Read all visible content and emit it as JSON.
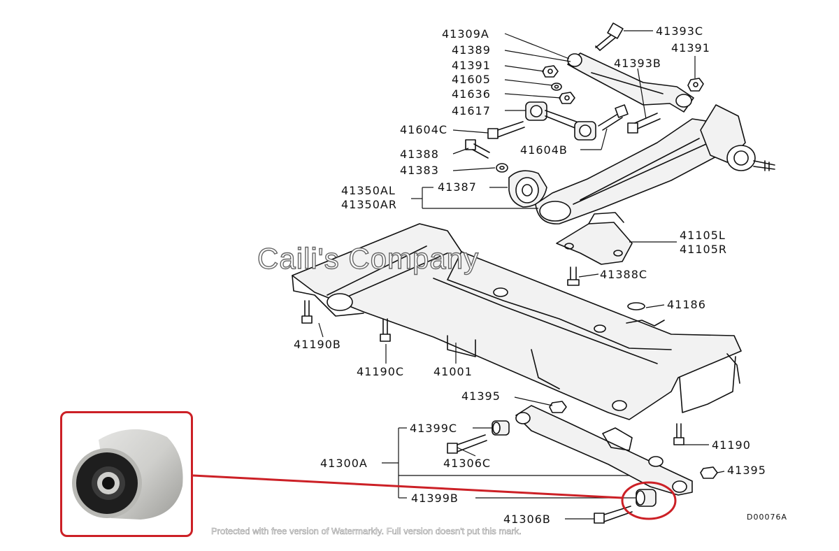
{
  "labels": {
    "p41309A": "41309A",
    "p41393C": "41393C",
    "p41389": "41389",
    "p41391a": "41391",
    "p41391b": "41391",
    "p41393B": "41393B",
    "p41605": "41605",
    "p41636": "41636",
    "p41617": "41617",
    "p41604C": "41604C",
    "p41604B": "41604B",
    "p41388": "41388",
    "p41383": "41383",
    "p41350AL": "41350AL",
    "p41350AR": "41350AR",
    "p41387": "41387",
    "p41105L": "41105L",
    "p41105R": "41105R",
    "p41388C": "41388C",
    "p41186": "41186",
    "p41190B": "41190B",
    "p41190C": "41190C",
    "p41001": "41001",
    "p41395a": "41395",
    "p41399C": "41399C",
    "p41306C": "41306C",
    "p41300A": "41300A",
    "p41190": "41190",
    "p41395b": "41395",
    "p41399B": "41399B",
    "p41306B": "41306B"
  },
  "diagram_code": "D00076A",
  "watermark": "Caili's Company",
  "notice": "Protected with free version of Watermarkly. Full version doesn't put this mark.",
  "colors": {
    "highlight": "#cc2026",
    "line": "#111111",
    "part_fill": "#f2f2f2"
  },
  "inset_image": "rubber-bushing-photo"
}
